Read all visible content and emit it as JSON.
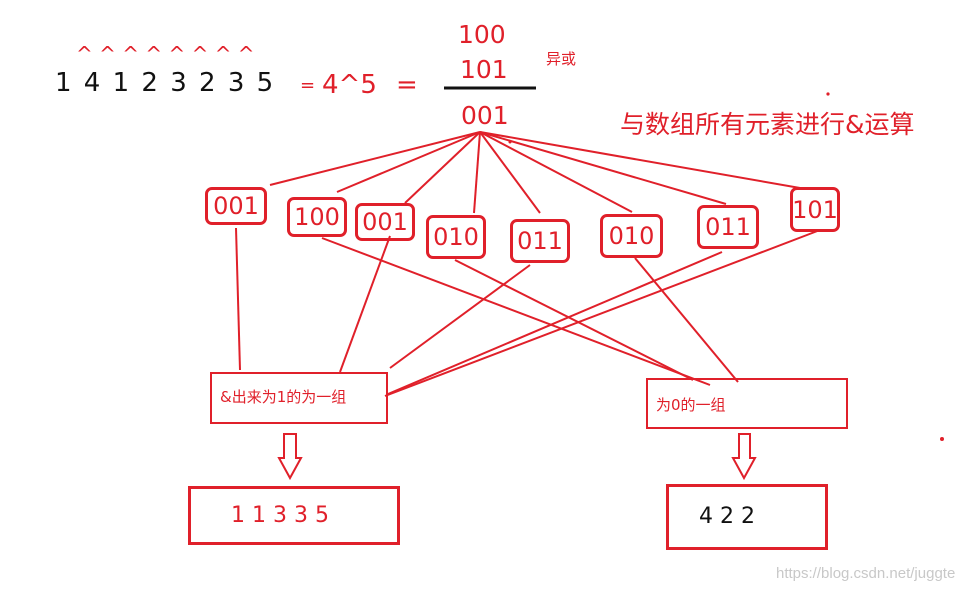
{
  "top": {
    "carets": "^ ^  ^ ^ ^ ^ ^ ^",
    "sequence": "1 4 1 2 3 2 3 5",
    "equals1": "=",
    "xor_expr": "4^5",
    "equals2": "=",
    "bin_a": "100",
    "bin_b": "101",
    "bin_result": "001",
    "xor_label": "异或",
    "annotation": "与数组所有元素进行&运算"
  },
  "elements": [
    "001",
    "100",
    "001",
    "010",
    "011",
    "010",
    "011",
    "101"
  ],
  "groups": {
    "left_label": "&出来为1的为一组",
    "right_label": "为0的一组",
    "left_result": "1 1 3  3  5",
    "right_result": "4  2  2"
  },
  "watermark": "https://blog.csdn.net/juggte",
  "colors": {
    "accent": "#e0202a",
    "text": "#111111",
    "watermark": "#c8c8c8"
  }
}
